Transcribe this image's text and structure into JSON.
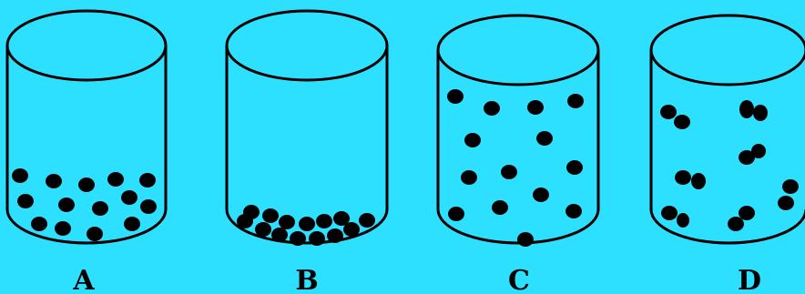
{
  "background_color": "#2ee0ff",
  "particle_color": "#000000",
  "containers": [
    {
      "label": "A"
    },
    {
      "label": "B"
    },
    {
      "label": "C"
    },
    {
      "label": "D"
    }
  ]
}
